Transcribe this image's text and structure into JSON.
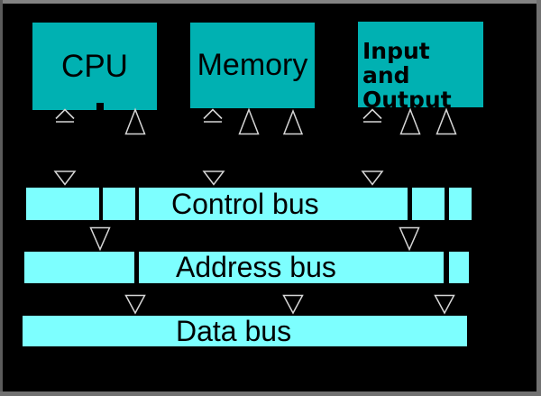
{
  "boxes": {
    "cpu": {
      "label": "CPU"
    },
    "memory": {
      "label": "Memory"
    },
    "io": {
      "line1": "Input and",
      "line2": "Output"
    }
  },
  "buses": {
    "control": {
      "label": "Control bus"
    },
    "address": {
      "label": "Address bus"
    },
    "data": {
      "label": "Data bus"
    }
  },
  "icons": {
    "up_arrow_small": "small hollow up arrow with base line",
    "up_arrow_tall": "tall hollow up triangle",
    "down_arrow": "hollow down triangle"
  },
  "colors": {
    "background": "#000000",
    "box_fill": "#00b1b2",
    "bus_fill": "#7dffff",
    "label_text": "#000000",
    "arrow_outline": "#d6d6d6",
    "border_top": "#838383",
    "border_left": "#5b5b5b",
    "border_right": "#717171",
    "border_bottom": "#717171"
  }
}
